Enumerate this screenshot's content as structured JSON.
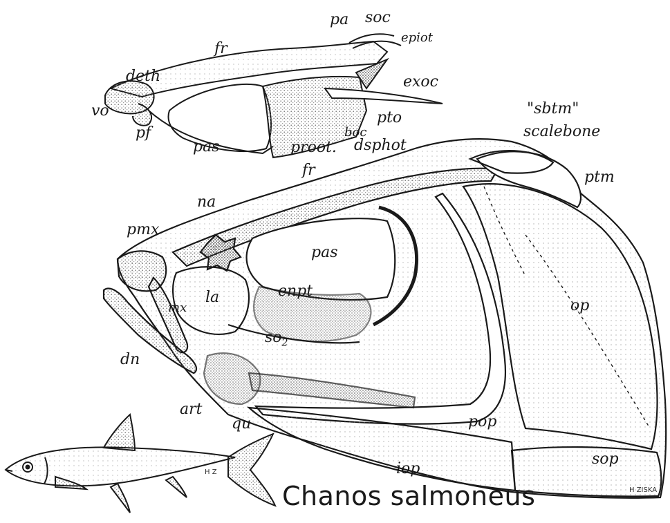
{
  "caption": "Chanos salmoneus",
  "signature": "H ZISKA",
  "fish_mark": "H Z",
  "labels": {
    "pa": "pa",
    "soc": "soc",
    "epiot": "epiot",
    "fr_top": "fr",
    "deth": "deth",
    "exoc": "exoc",
    "vo": "vo",
    "pf": "pf",
    "pas_top": "pas",
    "proot": "proot.",
    "boc": "boc",
    "pto": "pto",
    "sbtm": "\"sbtm\"",
    "scalebone": "scalebone",
    "dsphot": "dsphot",
    "fr_main": "fr",
    "ptm": "ptm",
    "na": "na",
    "pmx": "pmx",
    "pas_main": "pas",
    "la": "la",
    "enpt": "enpt",
    "mx": "mx",
    "op": "op",
    "dn": "dn",
    "so2": "so",
    "so2_sub": "2",
    "art": "art",
    "qu": "qu",
    "pop": "pop",
    "sop": "sop",
    "iop": "iop"
  },
  "colors": {
    "ink": "#1a1a1a",
    "stipple": "#7a7a7a",
    "background": "#ffffff"
  }
}
